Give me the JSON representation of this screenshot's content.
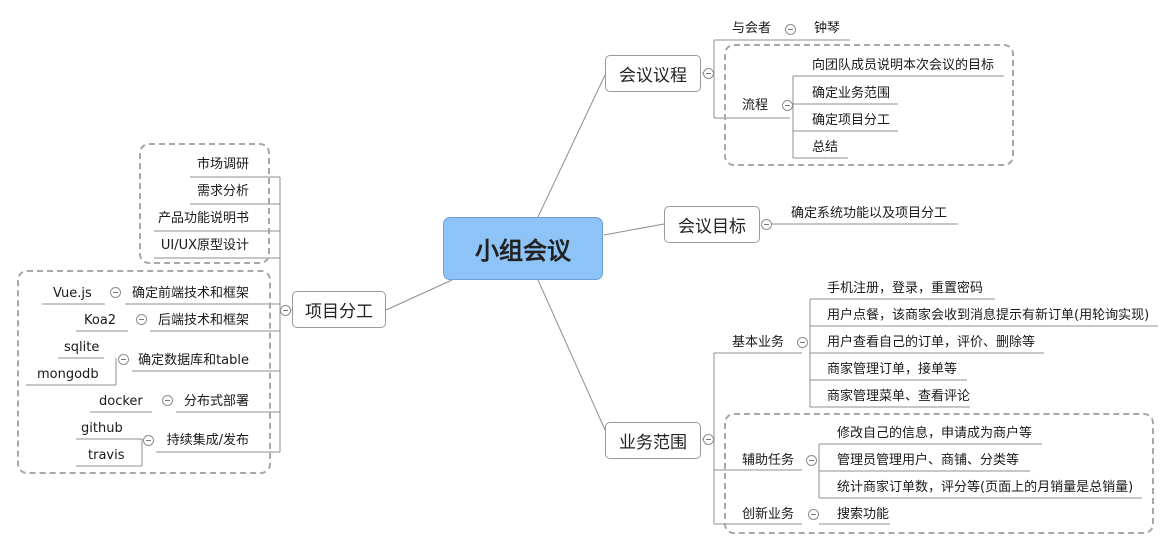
{
  "central": "小组会议",
  "meeting_agenda": {
    "label": "会议议程",
    "attendees_label": "与会者",
    "attendee": "钟琴",
    "process_label": "流程",
    "process_items": [
      "向团队成员说明本次会议的目标",
      "确定业务范围",
      "确定项目分工",
      "总结"
    ]
  },
  "meeting_goal": {
    "label": "会议目标",
    "item": "确定系统功能以及项目分工"
  },
  "business_scope": {
    "label": "业务范围",
    "basic_label": "基本业务",
    "basic_items": [
      "手机注册，登录，重置密码",
      "用户点餐，该商家会收到消息提示有新订单(用轮询实现)",
      "用户查看自己的订单，评价、删除等",
      "商家管理订单，接单等",
      "商家管理菜单、查看评论"
    ],
    "aux_label": "辅助任务",
    "aux_items": [
      "修改自己的信息，申请成为商户等",
      "管理员管理用户、商铺、分类等",
      "统计商家订单数，评分等(页面上的月销量是总销量)"
    ],
    "innov_label": "创新业务",
    "innov_item": "搜索功能"
  },
  "project_division": {
    "label": "项目分工",
    "research_items": [
      "市场调研",
      "需求分析",
      "产品功能说明书",
      "UI/UX原型设计"
    ],
    "frontend": {
      "tech": "Vue.js",
      "task": "确定前端技术和框架"
    },
    "backend": {
      "tech": "Koa2",
      "task": "后端技术和框架"
    },
    "database": {
      "techs": [
        "sqlite",
        "mongodb"
      ],
      "task": "确定数据库和table"
    },
    "deploy": {
      "tech": "docker",
      "task": "分布式部署"
    },
    "ci": {
      "techs": [
        "github",
        "travis"
      ],
      "task": "持续集成/发布"
    }
  }
}
